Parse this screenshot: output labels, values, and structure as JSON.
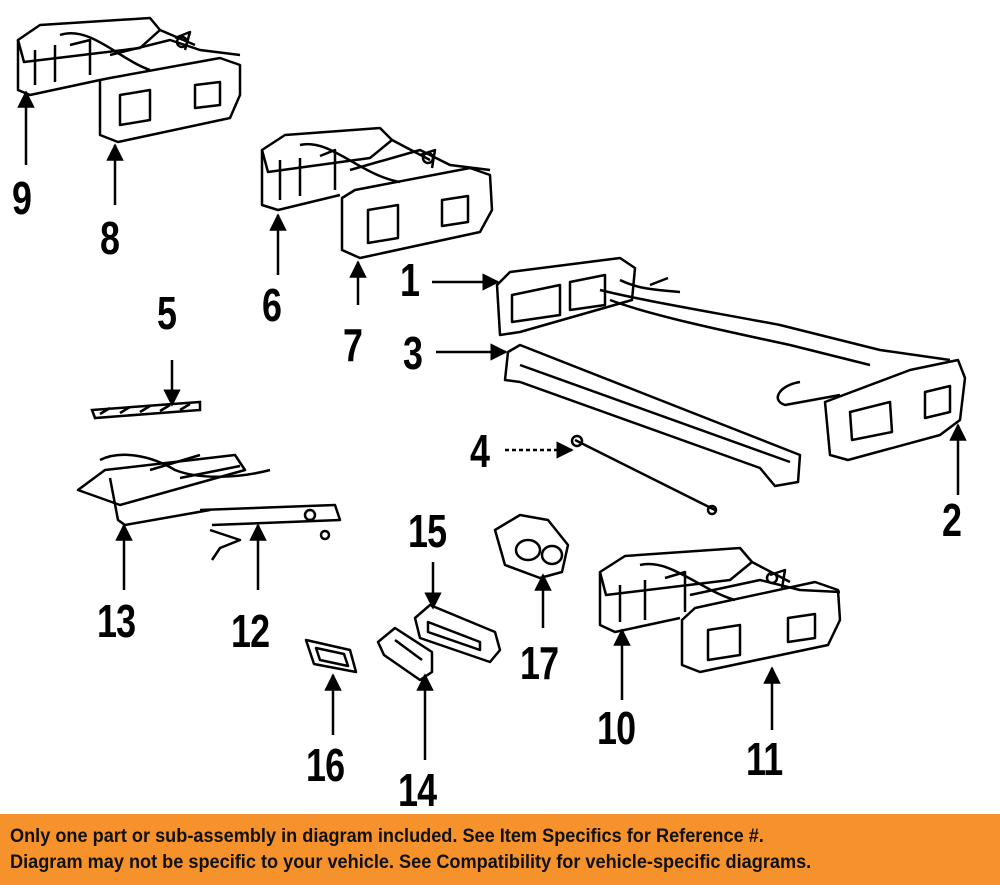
{
  "callouts": [
    {
      "id": "c1",
      "label": "1"
    },
    {
      "id": "c2",
      "label": "2"
    },
    {
      "id": "c3",
      "label": "3"
    },
    {
      "id": "c4",
      "label": "4"
    },
    {
      "id": "c5",
      "label": "5"
    },
    {
      "id": "c6",
      "label": "6"
    },
    {
      "id": "c7",
      "label": "7"
    },
    {
      "id": "c8",
      "label": "8"
    },
    {
      "id": "c9",
      "label": "9"
    },
    {
      "id": "c10",
      "label": "10"
    },
    {
      "id": "c11",
      "label": "11"
    },
    {
      "id": "c12",
      "label": "12"
    },
    {
      "id": "c13",
      "label": "13"
    },
    {
      "id": "c14",
      "label": "14"
    },
    {
      "id": "c15",
      "label": "15"
    },
    {
      "id": "c16",
      "label": "16"
    },
    {
      "id": "c17",
      "label": "17"
    }
  ],
  "banner": {
    "line1": "Only one part or sub-assembly in diagram included. See Item Specifics for Reference #.",
    "line2": "Diagram may not be specific to your vehicle. See Compatibility for vehicle-specific diagrams.",
    "color": "#f5922b"
  }
}
